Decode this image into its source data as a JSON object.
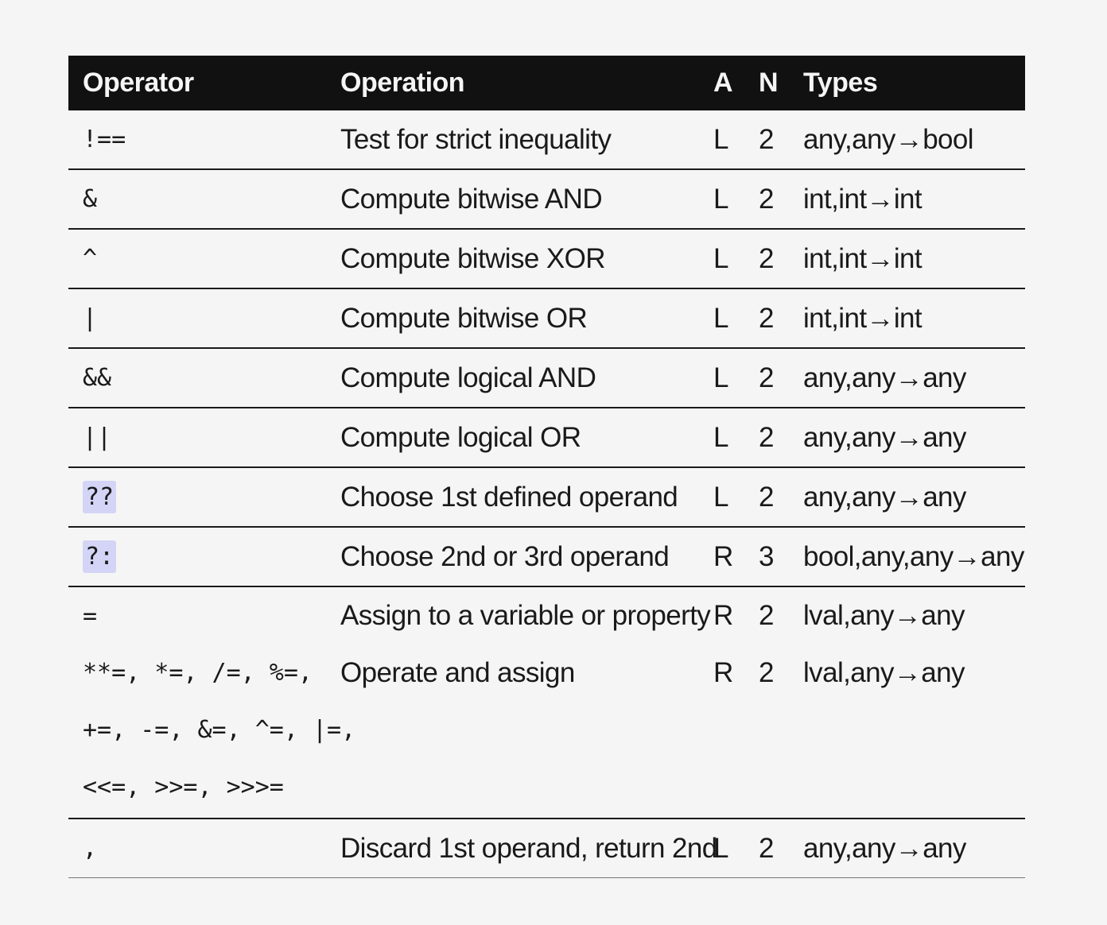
{
  "table": {
    "headers": [
      "Operator",
      "Operation",
      "A",
      "N",
      "Types"
    ],
    "rows": [
      {
        "op": "!==",
        "desc": "Test for strict inequality",
        "a": "L",
        "n": "2",
        "types": "any,any→bool"
      },
      {
        "op": "&",
        "desc": "Compute bitwise AND",
        "a": "L",
        "n": "2",
        "types": "int,int→int"
      },
      {
        "op": "^",
        "desc": "Compute bitwise XOR",
        "a": "L",
        "n": "2",
        "types": "int,int→int"
      },
      {
        "op": "|",
        "desc": "Compute bitwise OR",
        "a": "L",
        "n": "2",
        "types": "int,int→int"
      },
      {
        "op": "&&",
        "desc": "Compute logical AND",
        "a": "L",
        "n": "2",
        "types": "any,any→any"
      },
      {
        "op": "||",
        "desc": "Compute logical OR",
        "a": "L",
        "n": "2",
        "types": "any,any→any"
      },
      {
        "op": "??",
        "desc": "Choose 1st defined operand",
        "a": "L",
        "n": "2",
        "types": "any,any→any",
        "highlighted": true
      },
      {
        "op": "?:",
        "desc": "Choose 2nd or 3rd operand",
        "a": "R",
        "n": "3",
        "types": "bool,any,any→any",
        "highlighted": true
      },
      {
        "op": "=",
        "desc": "Assign to a variable or property",
        "a": "R",
        "n": "2",
        "types": "lval,any→any"
      },
      {
        "op_lines": [
          "**=, *=, /=, %=,",
          "+=, -=, &=, ^=, |=,",
          "<<=, >>=, >>>="
        ],
        "desc": "Operate and assign",
        "a": "R",
        "n": "2",
        "types": "lval,any→any"
      },
      {
        "op": ",",
        "desc": "Discard 1st operand, return 2nd",
        "a": "L",
        "n": "2",
        "types": "any,any→any"
      }
    ]
  },
  "colors": {
    "header_bg": "#111111",
    "header_text": "#f5f5f5",
    "page_bg": "#f5f5f5",
    "highlight": "#d4d4f7"
  }
}
